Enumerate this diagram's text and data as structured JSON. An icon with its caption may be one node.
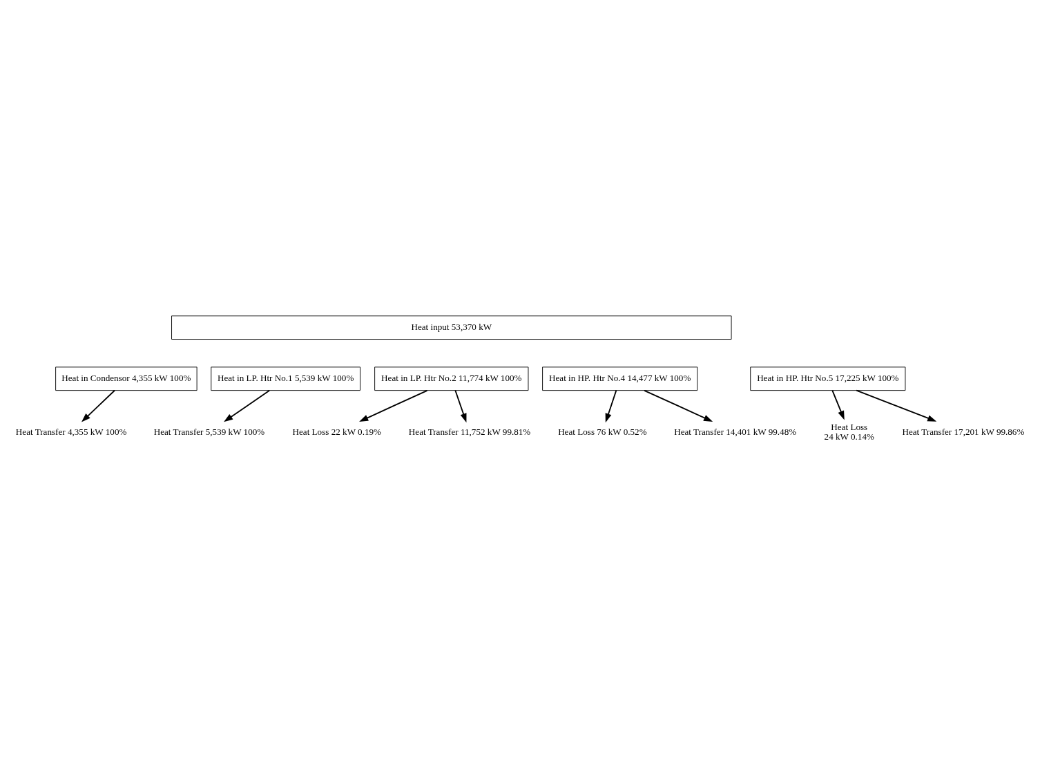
{
  "diagram": {
    "nodes": [
      {
        "text": [
          "Heat input 53,370 kW"
        ]
      },
      {
        "text": [
          "Heat in Condensor 4,355 kW 100%"
        ]
      },
      {
        "text": [
          "Heat in LP. Htr No.1 5,539 kW 100%"
        ]
      },
      {
        "text": [
          "Heat in LP. Htr No.2 11,774 kW 100%"
        ]
      },
      {
        "text": [
          "Heat in HP. Htr No.4 14,477 kW 100%"
        ]
      },
      {
        "text": [
          "Heat in HP. Htr No.5 17,225 kW 100%"
        ]
      },
      {
        "text": [
          "Heat Loss",
          "24 kW 0.14%"
        ]
      },
      {
        "text": [
          "Heat Transfer 17,201 kW 99.86%"
        ]
      },
      {
        "text": [
          "Heat Loss 76 kW 0.52%"
        ]
      },
      {
        "text": [
          "Heat Transfer 14,401 kW 99.48%"
        ]
      },
      {
        "text": [
          "Heat Loss 22 kW 0.19%"
        ]
      },
      {
        "text": [
          "Heat Transfer 11,752 kW 99.81%"
        ]
      },
      {
        "text": [
          "Heat Transfer 5,539 kW 100%"
        ]
      },
      {
        "text": [
          "Heat Transfer 4,355 kW 100%"
        ]
      }
    ],
    "edges": [
      {
        "from": 5,
        "to": 6,
        "arrow": "to"
      },
      {
        "from": 5,
        "to": 7,
        "arrow": "to"
      },
      {
        "from": 4,
        "to": 8,
        "arrow": "to"
      },
      {
        "from": 4,
        "to": 9,
        "arrow": "to"
      },
      {
        "from": 3,
        "to": 10,
        "arrow": "to"
      },
      {
        "from": 3,
        "to": 11,
        "arrow": "to"
      },
      {
        "from": 2,
        "to": 12,
        "arrow": "to"
      },
      {
        "from": 1,
        "to": 13,
        "arrow": "to"
      }
    ]
  }
}
